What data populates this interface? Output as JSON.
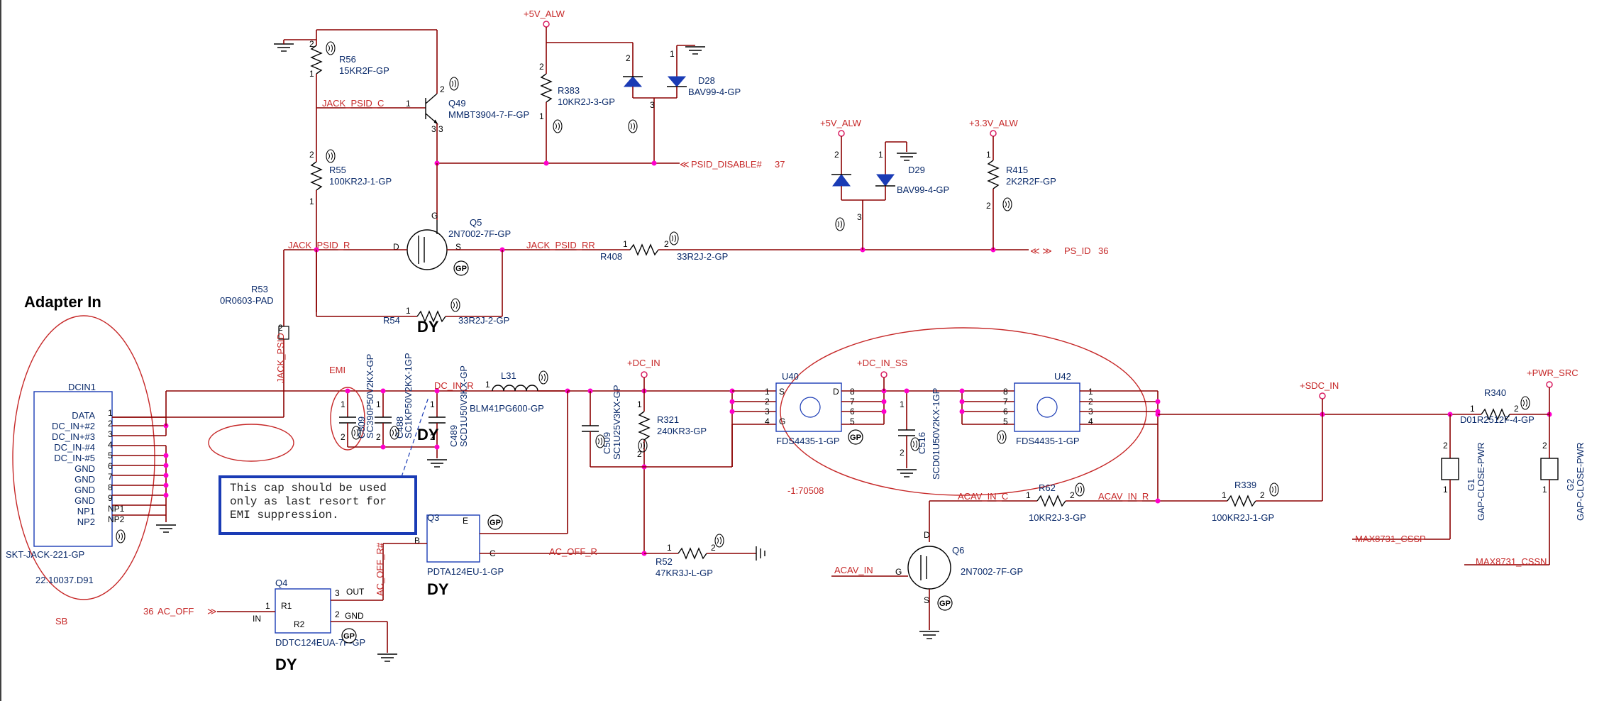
{
  "title": "Adapter In",
  "connector": {
    "ref": "DCIN1",
    "pins": [
      "DATA",
      "DC_IN+#2",
      "DC_IN+#3",
      "DC_IN-#4",
      "DC_IN-#5",
      "GND",
      "GND",
      "GND",
      "GND",
      "NP1",
      "NP2"
    ],
    "pin_numbers": [
      "1",
      "2",
      "3",
      "4",
      "5",
      "6",
      "7",
      "8",
      "9",
      "NP1",
      "NP2"
    ],
    "part": "SKT-JACK-221-GP",
    "pn": "22.10037.D91",
    "sb": "SB"
  },
  "nets": {
    "jack_psid_c": "JACK_PSID_C",
    "jack_psid_r": "JACK_PSID_R",
    "jack_psid_rr": "JACK_PSID_RR",
    "jack_psid": "JACK_PSID",
    "dc_in_r": "DC_IN_R",
    "ac_off_r": "AC_OFF_R",
    "ac_off_rn": "AC_OFF_R#",
    "acav_in_c": "ACAV_IN_C",
    "acav_in_r": "ACAV_IN_R",
    "acav_in": "ACAV_IN",
    "psid_disable": "PSID_DISABLE#",
    "psid_disable_page": "37",
    "ps_id": "PS_ID",
    "ps_id_page": "36",
    "ac_off": "AC_OFF",
    "ac_off_page": "36",
    "max_cssp": "MAX8731_CSSP",
    "max_cssn": "MAX8731_CSSN"
  },
  "rails": {
    "v5_alw_1": "+5V_ALW",
    "v5_alw_2": "+5V_ALW",
    "v33_alw": "+3.3V_ALW",
    "dc_in": "+DC_IN",
    "dc_in_ss": "+DC_IN_SS",
    "sdc_in": "+SDC_IN",
    "pwr_src": "+PWR_SRC"
  },
  "components": {
    "r56": {
      "ref": "R56",
      "val": "15KR2F-GP"
    },
    "r55": {
      "ref": "R55",
      "val": "100KR2J-1-GP"
    },
    "q49": {
      "ref": "Q49",
      "val": "MMBT3904-7-F-GP"
    },
    "r383": {
      "ref": "R383",
      "val": "10KR2J-3-GP"
    },
    "d28": {
      "ref": "D28",
      "val": "BAV99-4-GP"
    },
    "d29": {
      "ref": "D29",
      "val": "BAV99-4-GP"
    },
    "r415": {
      "ref": "R415",
      "val": "2K2R2F-GP"
    },
    "q5": {
      "ref": "Q5",
      "val": "2N7002-7F-GP"
    },
    "r408": {
      "ref": "R408",
      "val": "33R2J-2-GP"
    },
    "r53": {
      "ref": "R53",
      "val": "0R0603-PAD"
    },
    "r54": {
      "ref": "R54",
      "val": "33R2J-2-GP"
    },
    "c809": {
      "ref": "C809",
      "val": "SC390P50V2KX-GP"
    },
    "c488": {
      "ref": "C488",
      "val": "SC1KP50V2KX-1GP"
    },
    "c489": {
      "ref": "C489",
      "val": "SCD1U50V3KX-GP"
    },
    "l31": {
      "ref": "L31",
      "val": "BLM41PG600-GP"
    },
    "c509": {
      "ref": "C509",
      "val": "SC1U25V3KX-GP"
    },
    "r321": {
      "ref": "R321",
      "val": "240KR3-GP"
    },
    "u40": {
      "ref": "U40",
      "val": "FDS4435-1-GP"
    },
    "c516": {
      "ref": "C516",
      "val": "SCD01U50V2KX-1GP"
    },
    "u42": {
      "ref": "U42",
      "val": "FDS4435-1-GP"
    },
    "r340": {
      "ref": "R340",
      "val": "D01R2512F-4-GP"
    },
    "g1": {
      "ref": "G1",
      "val": "GAP-CLOSE-PWR"
    },
    "g2": {
      "ref": "G2",
      "val": "GAP-CLOSE-PWR"
    },
    "q3": {
      "ref": "Q3",
      "val": "PDTA124EU-1-GP"
    },
    "r52": {
      "ref": "R52",
      "val": "47KR3J-L-GP"
    },
    "r62": {
      "ref": "R62",
      "val": "10KR2J-3-GP"
    },
    "r339": {
      "ref": "R339",
      "val": "100KR2J-1-GP"
    },
    "q6": {
      "ref": "Q6",
      "val": "2N7002-7F-GP"
    },
    "q4": {
      "ref": "Q4",
      "val": "DDTC124EUA-7F-GP"
    }
  },
  "q4_pins": {
    "r1": "R1",
    "r2": "R2",
    "in": "IN",
    "out": "OUT",
    "gnd": "GND"
  },
  "mos_pins": {
    "d": "D",
    "s": "S",
    "g": "G",
    "b": "B",
    "c": "C"
  },
  "u40_pins": {
    "s": "S",
    "g": "G",
    "d": "D"
  },
  "annotations": {
    "dy": "DY",
    "emi": "EMI",
    "gp": "GP",
    "ref": "-1:70508",
    "note_line1": "This cap should be used",
    "note_line2": "only as last resort for",
    "note_line3": "EMI suppression."
  }
}
